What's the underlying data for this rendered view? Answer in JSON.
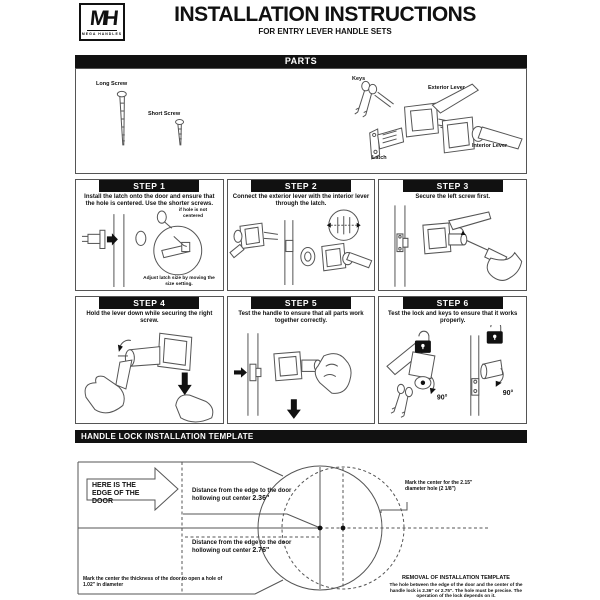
{
  "header": {
    "logo_monogram": "MH",
    "logo_name": "MEGA HANDLES",
    "title": "INSTALLATION INSTRUCTIONS",
    "subtitle": "FOR ENTRY LEVER HANDLE SETS"
  },
  "parts": {
    "section_title": "PARTS",
    "labels": {
      "long_screw": "Long Screw",
      "short_screw": "Short Screw",
      "keys": "Keys",
      "exterior_lever": "Exterior Lever",
      "latch": "Latch",
      "interior_lever": "Interior Lever"
    }
  },
  "steps": [
    {
      "title": "STEP 1",
      "text": "Install the latch onto the door and ensure that the hole is centered. Use the shorter screws.",
      "callout": "if hole is not centered",
      "caption": "Adjust latch size by moving the size setting."
    },
    {
      "title": "STEP 2",
      "text": "Connect the exterior lever with the interior lever through the latch."
    },
    {
      "title": "STEP 3",
      "text": "Secure the left screw first."
    },
    {
      "title": "STEP 4",
      "text": "Hold the lever down while securing the right screw."
    },
    {
      "title": "STEP 5",
      "text": "Test the handle to ensure that all parts work together correctly."
    },
    {
      "title": "STEP 6",
      "text": "Test the lock and keys to ensure that it works properly.",
      "angle_left": "90°",
      "angle_right": "90°"
    }
  ],
  "template": {
    "section_title": "HANDLE LOCK INSTALLATION TEMPLATE",
    "edge_arrow": "HERE IS THE EDGE OF THE DOOR",
    "distance_top": {
      "prefix": "Distance from the edge to the door hollowing out center ",
      "value": "2.36\""
    },
    "distance_bottom": {
      "prefix": "Distance from the edge to the door hollowing out center ",
      "value": "2.76\""
    },
    "mark_center_right": "Mark the center for the 2.15\" diameter hole (2 1/8\")",
    "mark_center_left": "Mark the center the thickness of the door to open a hole of 1.02\" in diameter",
    "removal_title": "REMOVAL OF INSTALLATION TEMPLATE",
    "removal_body": "The hole between the edge of the door and the center of the handle lock is 2.36\" or 2.75\". The hole must be precise. The operation of the lock depends on it."
  }
}
